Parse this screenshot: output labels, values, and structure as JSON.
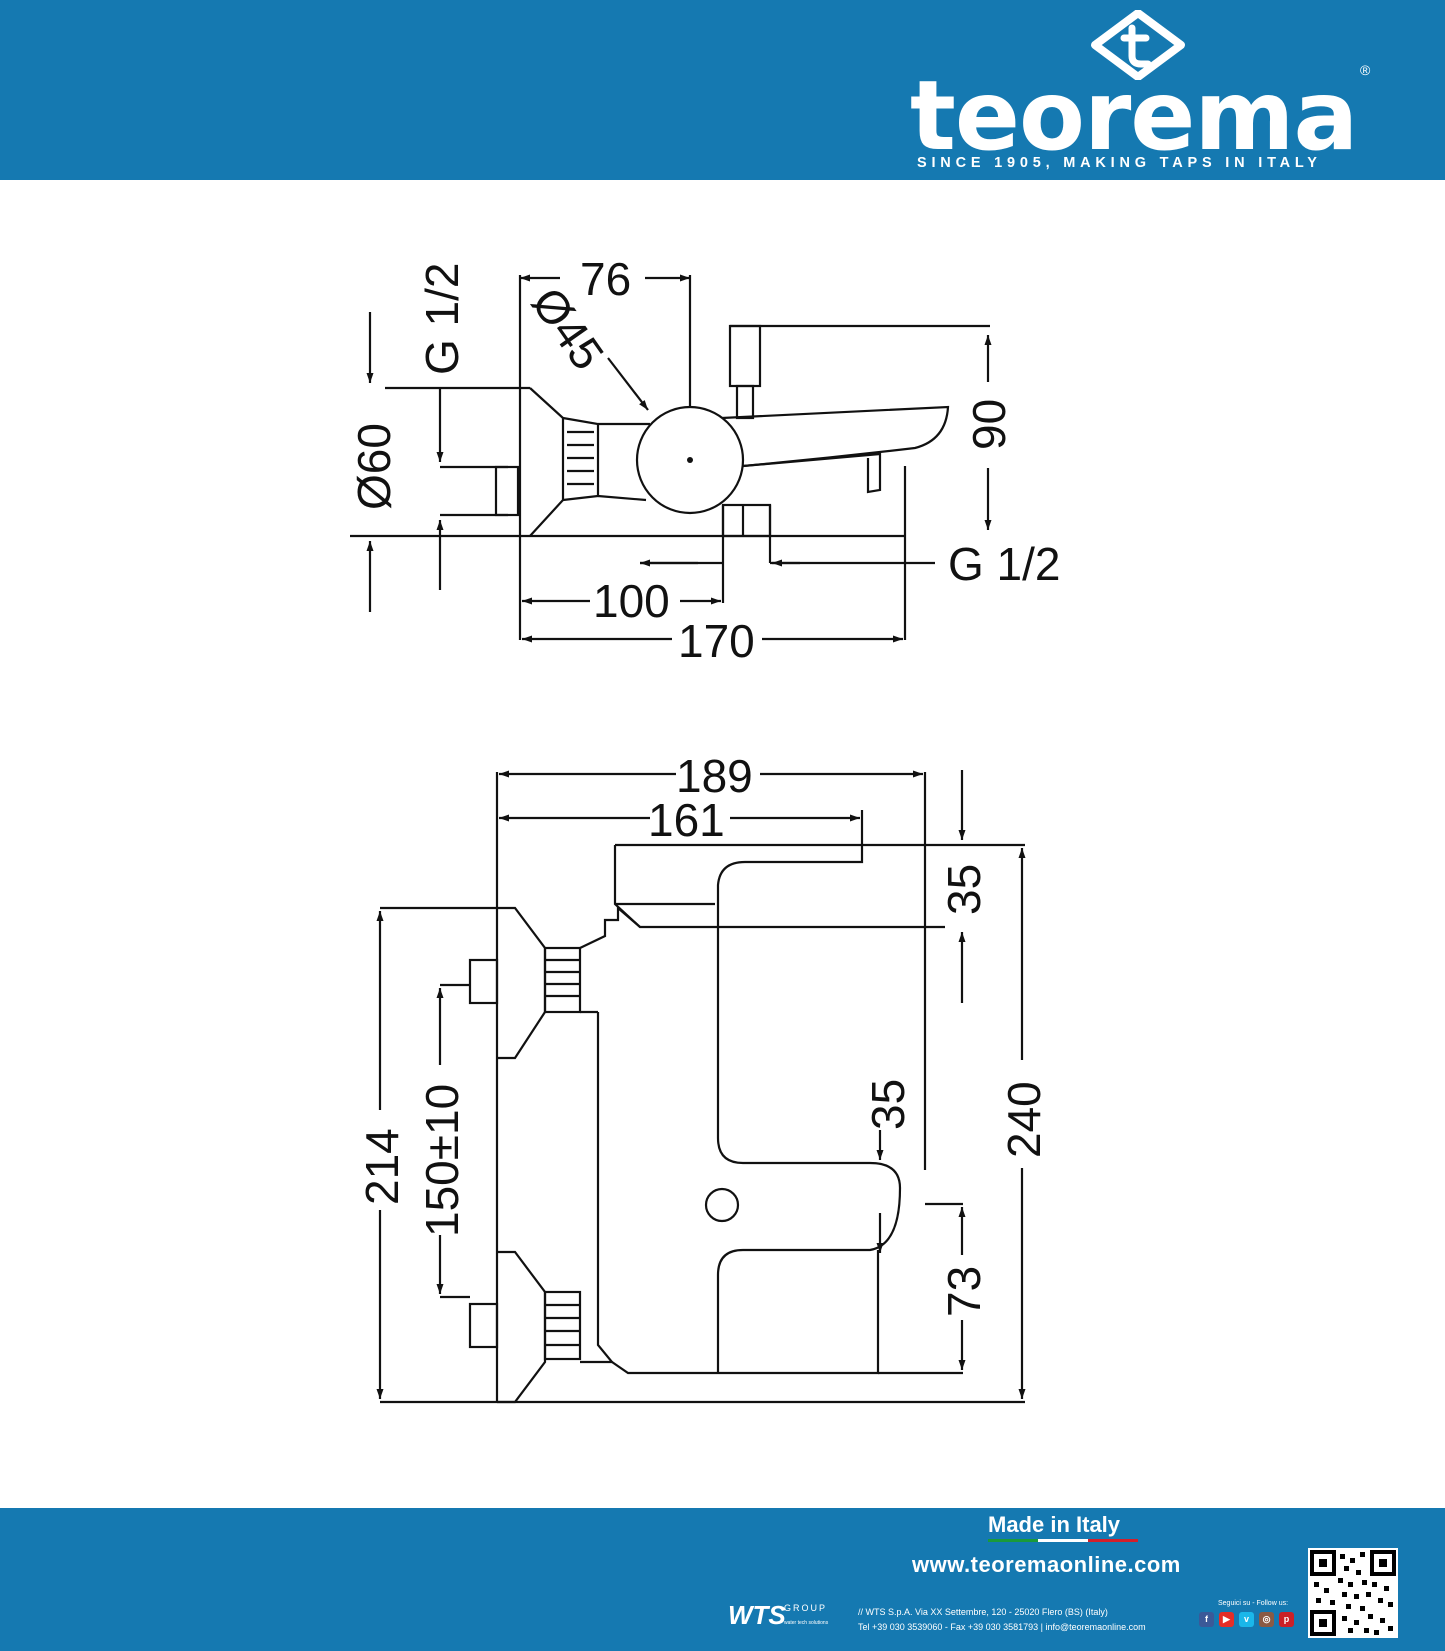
{
  "brand": {
    "name": "teorema",
    "registered_mark": "®",
    "tagline": "SINCE 1905, MAKING TAPS IN ITALY"
  },
  "top_view_dims": {
    "d76": "76",
    "dia45": "Ø45",
    "g12_left": "G 1/2",
    "dia60": "Ø60",
    "d90": "90",
    "g12_right": "G 1/2",
    "d100": "100",
    "d170": "170"
  },
  "front_view_dims": {
    "d189": "189",
    "d161": "161",
    "d35_top": "35",
    "d214": "214",
    "d150": "150±10",
    "d35_mid": "35",
    "d240": "240",
    "d73": "73"
  },
  "footer": {
    "made_in": "Made in Italy",
    "website": "www.teoremaonline.com",
    "wts_logo": "WTS",
    "wts_group": "GROUP",
    "wts_slogan": "water tech solutions",
    "address_line1": "// WTS S.p.A. Via XX Settembre, 120 - 25020 Flero (BS) (Italy)",
    "address_line2": "Tel +39 030 3539060 - Fax +39 030 3581793 | info@teoremaonline.com",
    "follow": "Seguici su - Follow us:"
  },
  "colors": {
    "band": "#1579b1",
    "line": "#111111",
    "italy_green": "#1a9a3a",
    "italy_white": "#ffffff",
    "italy_red": "#d21f2b"
  },
  "social_icons": [
    "facebook-icon",
    "youtube-icon",
    "vimeo-icon",
    "instagram-icon",
    "pinterest-icon"
  ]
}
